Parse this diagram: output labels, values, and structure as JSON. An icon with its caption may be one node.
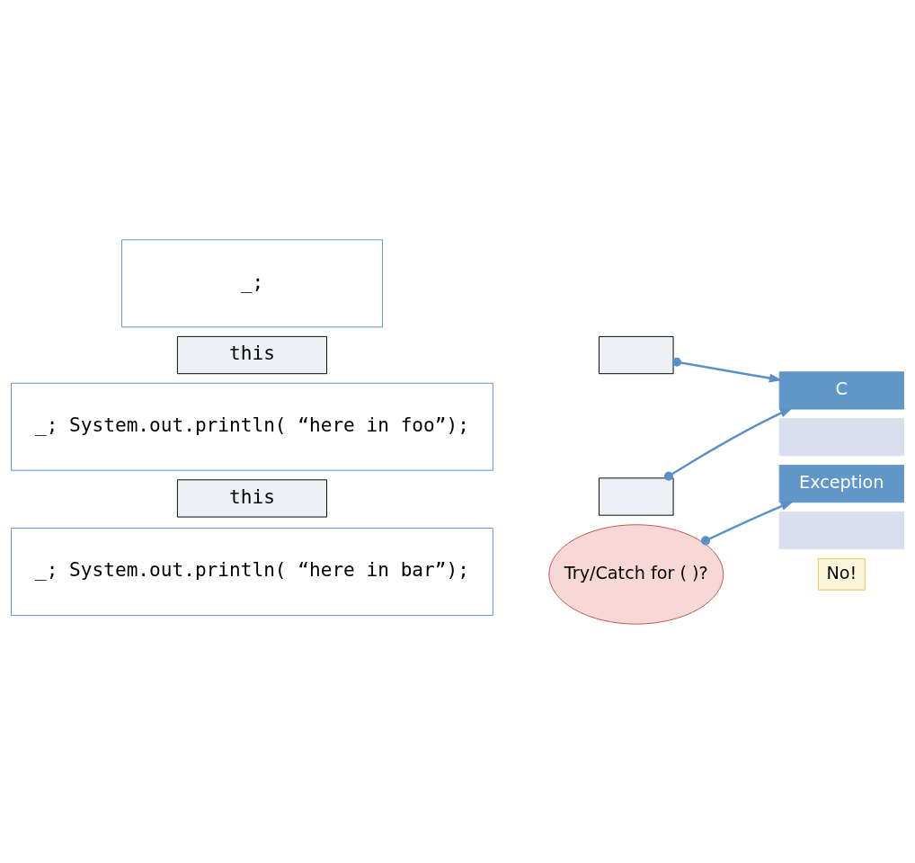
{
  "diagram": {
    "nodes": [
      {
        "text": [
          "_;"
        ]
      },
      {
        "text": [
          "this"
        ]
      },
      {
        "text": [],
        "shape": "box"
      },
      {
        "text": [
          "_; System.out.println( “here in foo”);"
        ]
      },
      {
        "text": [
          "this"
        ]
      },
      {
        "text": [],
        "shape": "box"
      },
      {
        "text": [
          "_; System.out.println( “here in bar”);"
        ]
      },
      {
        "text": [
          "Try/Catch for ( )?"
        ]
      },
      {
        "text": [
          "No!"
        ]
      },
      {
        "text": [
          "C"
        ]
      },
      {
        "text": [],
        "shape": "box"
      },
      {
        "text": [
          "Exception"
        ]
      },
      {
        "text": [],
        "shape": "box"
      }
    ],
    "edges": [
      {
        "from": 2,
        "to": 9,
        "arrow": "to"
      },
      {
        "from": 5,
        "to": 9,
        "arrow": "to"
      },
      {
        "from": 7,
        "to": 11,
        "arrow": "to"
      }
    ]
  }
}
